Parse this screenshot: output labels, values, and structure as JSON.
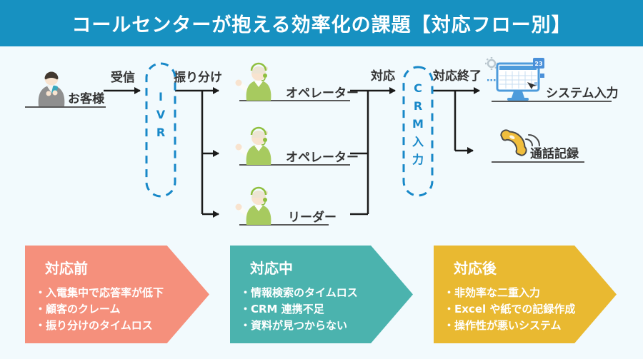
{
  "header": {
    "title": "コールセンターが抱える効率化の課題【対応フロー別】"
  },
  "flow": {
    "customer": {
      "label": "お客様"
    },
    "labels": {
      "receive": "受信",
      "route": "振り分け",
      "respond": "対応",
      "respond_end": "対応終了"
    },
    "ivr": {
      "label": "IVR",
      "chars": [
        "I",
        "V",
        "R"
      ]
    },
    "crm": {
      "label": "CRM入力",
      "chars": [
        "C",
        "R",
        "M",
        "入",
        "力"
      ]
    },
    "agents": [
      {
        "label": "オペレーター"
      },
      {
        "label": "オペレーター"
      },
      {
        "label": "リーダー"
      }
    ],
    "outputs": {
      "system": {
        "label": "システム入力",
        "badge": "23"
      },
      "call_log": {
        "label": "通話記録"
      }
    }
  },
  "stages": [
    {
      "title": "対応前",
      "color": "#F5907C",
      "items": [
        "・入電集中で応答率が低下",
        "・顧客のクレーム",
        "・振り分けのタイムロス"
      ]
    },
    {
      "title": "対応中",
      "color": "#4BB3AE",
      "items": [
        "・情報検索のタイムロス",
        "・CRM 連携不足",
        "・資料が見つからない"
      ]
    },
    {
      "title": "対応後",
      "color": "#E9B931",
      "items": [
        "・非効率な二重入力",
        "・Excel や紙での記録作成",
        "・操作性が悪いシステム"
      ]
    }
  ],
  "colors": {
    "header_bg": "#1791C1",
    "accent_blue": "#1888C8",
    "line_black": "#1A1A1A",
    "underline_gray": "#595959",
    "stage_before": "#F5907C",
    "stage_during": "#4BB3AE",
    "stage_after": "#E9B931",
    "vest_green": "#A7CA5F",
    "phone_yellow": "#F0BE3D",
    "monitor_blue": "#4D9BDB",
    "background": "#F2FAFD"
  }
}
